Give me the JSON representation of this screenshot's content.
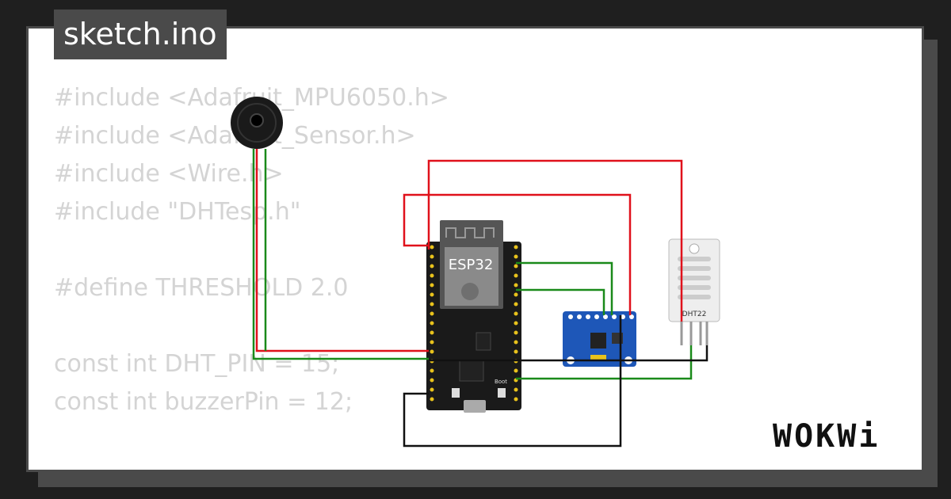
{
  "title": "sketch.ino",
  "code_lines": [
    "#include <Adafruit_MPU6050.h>",
    "#include <Adafruit_Sensor.h>",
    "#include <Wire.h>",
    "#include \"DHTesp.h\"",
    "",
    "#define THRESHOLD 2.0",
    "",
    "const int DHT_PIN = 15;",
    "const int buzzerPin = 12;"
  ],
  "components": {
    "mcu_label": "ESP32",
    "dht_label": "DHT22",
    "boot_label": "Boot"
  },
  "logo": "WOKWi",
  "colors": {
    "wire_red": "#e0111b",
    "wire_green": "#1a8a1a",
    "wire_black": "#111111",
    "mpu_board": "#1e57b8",
    "mcu_board": "#1a1a1a"
  }
}
